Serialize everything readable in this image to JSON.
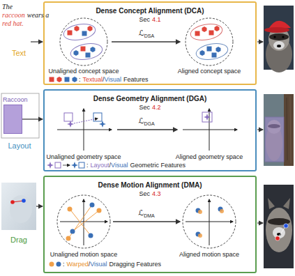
{
  "diagram": {
    "nodes": [
      {
        "text": [
          "Dense Concept Alignment (DCA)",
          "Sec",
          "4.1"
        ]
      },
      {
        "text": [
          "Raccoon"
        ]
      },
      {
        "text": [
          "Dense Geometry Alignment (DGA)",
          "Sec",
          "4.2"
        ]
      },
      {
        "text": [
          "Dense Motion Alignment (DMA)",
          "Sec",
          "4.3"
        ]
      }
    ],
    "edges": [
      {
        "from": 1,
        "to": 2,
        "arrow": "to"
      }
    ],
    "labels": [
      "The",
      "raccoon",
      "wears a",
      "red hat.",
      "Text",
      "ℒ",
      "DSA",
      "Unaligned concept space",
      "Aligned concept space",
      ":",
      "Textual",
      "/",
      "Visual",
      "Features",
      "Layout",
      "ℒ",
      "DGA",
      "Unaligned geometry space",
      "Aligned geometry space",
      ":",
      "Layout",
      "/",
      "Visual",
      "Geometric Features",
      "Drag",
      "ℒ",
      "DMA",
      "Unaligned motion space",
      "Aligned motion space",
      ":",
      "Warped",
      "/",
      "Visual",
      "Dragging Features"
    ]
  }
}
